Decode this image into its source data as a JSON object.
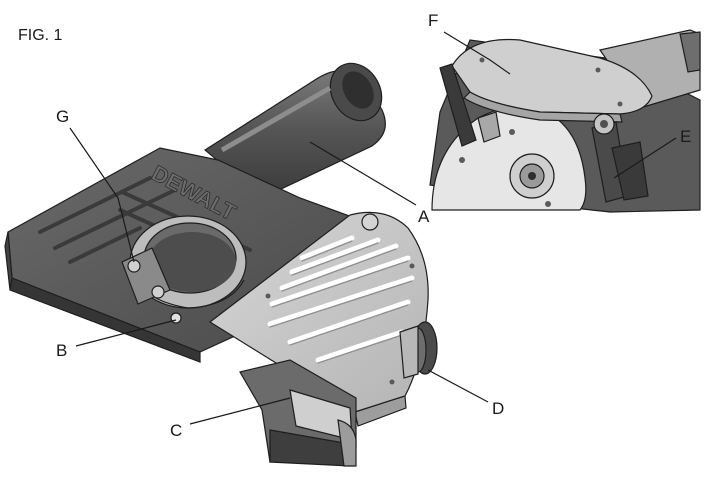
{
  "figure": {
    "title": "FIG. 1",
    "brand_text": "DEWALT"
  },
  "callouts": [
    {
      "id": "A",
      "label": "A"
    },
    {
      "id": "B",
      "label": "B"
    },
    {
      "id": "C",
      "label": "C"
    },
    {
      "id": "D",
      "label": "D"
    },
    {
      "id": "E",
      "label": "E"
    },
    {
      "id": "F",
      "label": "F"
    },
    {
      "id": "G",
      "label": "G"
    }
  ],
  "colors": {
    "outline": "#1e1e1e",
    "dark_body": "#5b5b5b",
    "darker_body": "#3e3e3e",
    "light_plate": "#c8c8c8",
    "mid_gray": "#9a9a9a"
  }
}
